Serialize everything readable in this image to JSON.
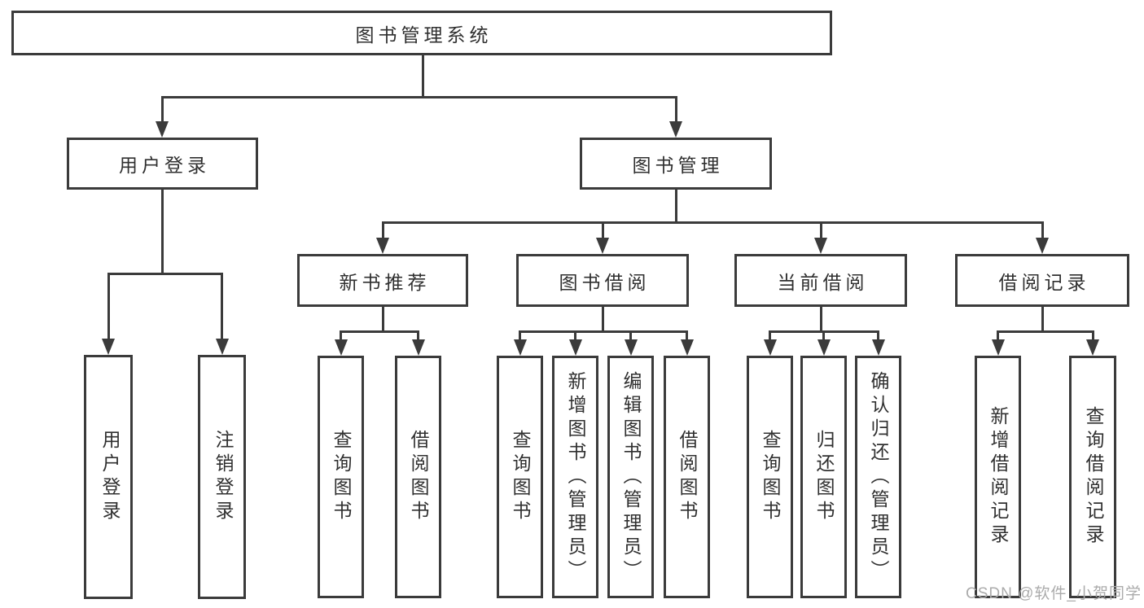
{
  "tree": {
    "root": {
      "label": "图书管理系统",
      "children": [
        {
          "label": "用户登录",
          "children": [
            {
              "label": "用户登录"
            },
            {
              "label": "注销登录"
            }
          ]
        },
        {
          "label": "图书管理",
          "children": [
            {
              "label": "新书推荐",
              "children": [
                {
                  "label": "查询图书"
                },
                {
                  "label": "借阅图书"
                }
              ]
            },
            {
              "label": "图书借阅",
              "children": [
                {
                  "label": "查询图书"
                },
                {
                  "label": "新增图书（管理员）"
                },
                {
                  "label": "编辑图书（管理员）"
                },
                {
                  "label": "借阅图书"
                }
              ]
            },
            {
              "label": "当前借阅",
              "children": [
                {
                  "label": "查询图书"
                },
                {
                  "label": "归还图书"
                },
                {
                  "label": "确认归还（管理员）"
                }
              ]
            },
            {
              "label": "借阅记录",
              "children": [
                {
                  "label": "新增借阅记录"
                },
                {
                  "label": "查询借阅记录"
                }
              ]
            }
          ]
        }
      ]
    }
  },
  "watermark": "CSDN @软件_小贺同学",
  "colors": {
    "line": "#3b3b3b",
    "text": "#303030",
    "background": "#ffffff",
    "watermark": "#ababab"
  }
}
